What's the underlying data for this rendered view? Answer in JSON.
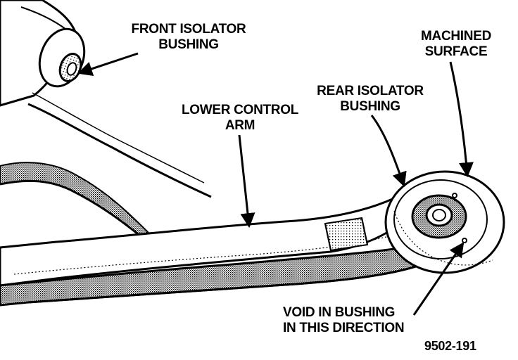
{
  "labels": {
    "front_isolator_bushing": [
      "FRONT ISOLATOR",
      "BUSHING"
    ],
    "lower_control_arm": [
      "LOWER CONTROL",
      "ARM"
    ],
    "rear_isolator_bushing": [
      "REAR ISOLATOR",
      "BUSHING"
    ],
    "machined_surface": [
      "MACHINED",
      "SURFACE"
    ],
    "void_in_bushing": [
      "VOID IN BUSHING",
      "IN THIS DIRECTION"
    ]
  },
  "figure_number": "9502-191",
  "colors": {
    "ink": "#000000",
    "paper": "#ffffff",
    "shading": "#8c8c8c"
  }
}
